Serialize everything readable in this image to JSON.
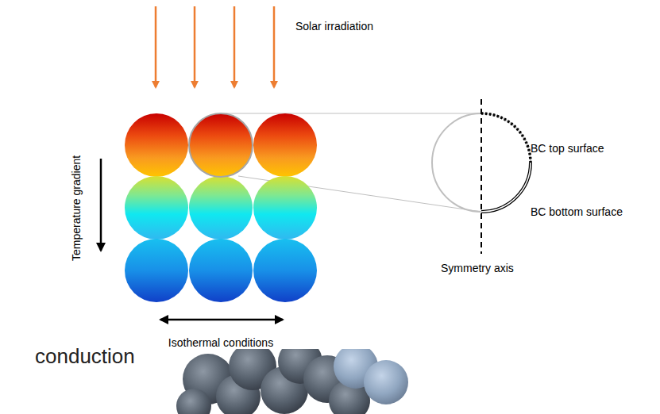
{
  "diagram": {
    "labels": [
      "Solar irradiation",
      "Temperature gradient",
      "Isothermal conditions",
      "BC top surface",
      "BC bottom surface",
      "Symmetry axis",
      "conduction"
    ]
  }
}
